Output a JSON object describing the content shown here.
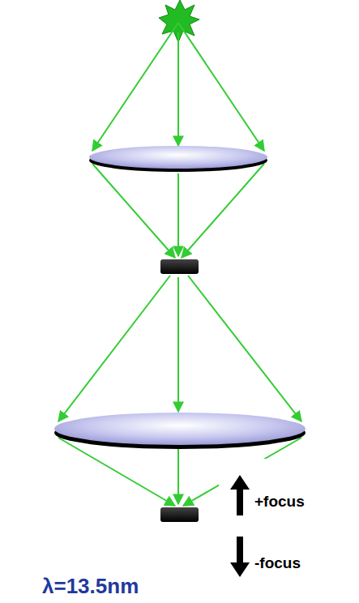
{
  "diagram": {
    "labels": [
      "+focus",
      "-focus",
      "λ=13.5nm"
    ]
  }
}
